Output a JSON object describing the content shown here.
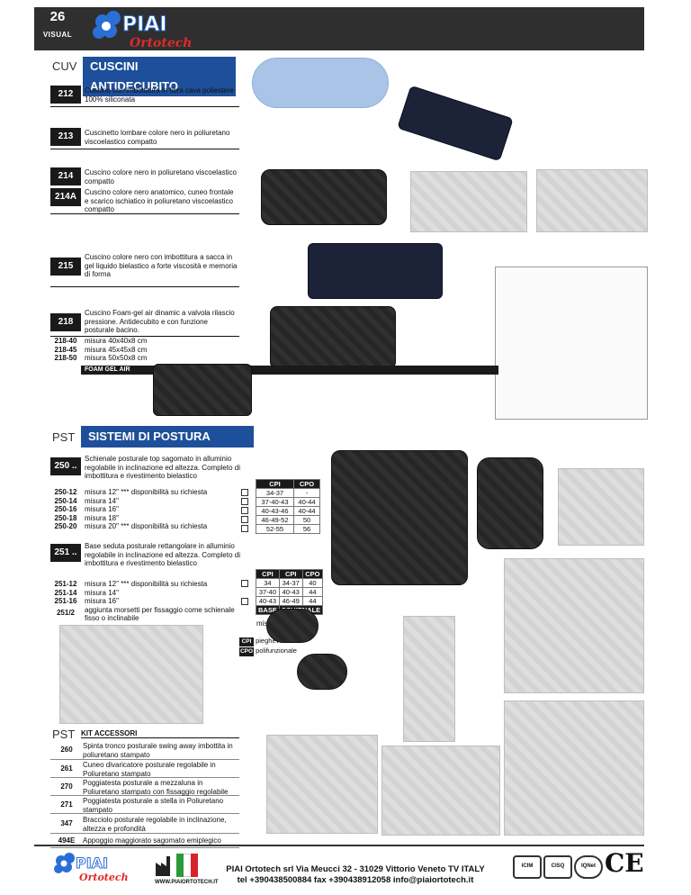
{
  "header": {
    "page_number": "26",
    "section_label": "VISUAL",
    "logo_main": "PIAI",
    "logo_sub": "Ortotech"
  },
  "cuv": {
    "code": "CUV",
    "title": "CUSCINI ANTIDECUBITO",
    "items": [
      {
        "code": "212",
        "desc": "Cuscino con imbottitura  in fibra cava poliestere 100% siliconata"
      },
      {
        "code": "213",
        "desc": "Cuscinetto lombare colore nero in poliuretano viscoelastico compatto"
      },
      {
        "code": "214",
        "desc": "Cuscino colore nero in poliuretano viscoelastico compatto"
      },
      {
        "code": "214A",
        "desc": "Cuscino colore nero anatomico, cuneo frontale e scarico ischiatico in poliuretano viscoelastico compatto"
      },
      {
        "code": "215",
        "desc": "Cuscino colore nero con imbottitura a sacca in gel liquido bielastico a forte viscosità e memoria di forma"
      },
      {
        "code": "218",
        "desc": "Cuscino Foam-gel air dinamic a valvola rilascio pressione. Antidecubito e con funzione posturale bacino."
      }
    ],
    "sizes": [
      {
        "code": "218-40",
        "desc": "misura 40x40x8 cm"
      },
      {
        "code": "218-45",
        "desc": "misura 45x45x8 cm"
      },
      {
        "code": "218-50",
        "desc": "misura 50x50x8 cm"
      }
    ],
    "foam_label": "FOAM GEL AIR"
  },
  "pst": {
    "code": "PST",
    "title": "SISTEMI DI POSTURA",
    "group250": {
      "code": "250 ..",
      "desc": "Schienale posturale top sagomato in alluminio regolabile in inclinazione ed altezza. Completo di imbottitura e rivestimento bielastico",
      "rows": [
        {
          "code": "250-12",
          "desc": "misura 12\" ***  disponibilità su richiesta"
        },
        {
          "code": "250-14",
          "desc": "misura 14\""
        },
        {
          "code": "250-16",
          "desc": "misura 16\""
        },
        {
          "code": "250-18",
          "desc": "misura 18\""
        },
        {
          "code": "250-20",
          "desc": "misura 20\" *** disponibilità su richiesta"
        }
      ],
      "table_headers": [
        "CPI",
        "CPO"
      ],
      "table_rows": [
        [
          "34-37",
          "-"
        ],
        [
          "37-40-43",
          "40-44"
        ],
        [
          "40-43-46",
          "40-44"
        ],
        [
          "46-49-52",
          "50"
        ],
        [
          "52-55",
          "56"
        ]
      ]
    },
    "group251": {
      "code": "251 ..",
      "desc": "Base seduta posturale rettangolare in alluminio regolabile in inclinazione ed altezza. Completo di imbottitura e rivestimento bielastico",
      "rows": [
        {
          "code": "251-12",
          "desc": "misura 12\" ***  disponibilità su richiesta"
        },
        {
          "code": "251-14",
          "desc": "misura 14\""
        },
        {
          "code": "251-16",
          "desc": "misura 16\""
        },
        {
          "code": "251/2",
          "desc": "aggiunta morsetti per fissaggio come schienale fisso o inclinabile"
        }
      ],
      "table_headers": [
        "CPI",
        "CPI",
        "CPO"
      ],
      "table_rows": [
        [
          "34",
          "34-37",
          "40"
        ],
        [
          "37-40",
          "40-43",
          "44"
        ],
        [
          "40-43",
          "46-49",
          "44"
        ]
      ],
      "table_footer": [
        "BASE",
        "SCHIENALE"
      ]
    },
    "legend": {
      "title": "misura carrozzina",
      "entries": [
        {
          "code": "CPI",
          "desc": "pieghevole"
        },
        {
          "code": "CPO",
          "desc": "polifunzionale"
        }
      ]
    }
  },
  "accessori": {
    "code": "PST",
    "title": "KIT ACCESSORI",
    "items": [
      {
        "code": "260",
        "desc": "Spinta tronco posturale swing away imbottita in poliuretano stampato"
      },
      {
        "code": "261",
        "desc": "Cuneo divaricatore posturale regolabile in Poliuretano stampato"
      },
      {
        "code": "270",
        "desc": "Poggiatesta posturale a mezzaluna in Poliuretano stampato con fissaggio regolabile"
      },
      {
        "code": "271",
        "desc": "Poggiatesta posturale a stella  in Poliuretano stampato"
      },
      {
        "code": "347",
        "desc": "Bracciolo posturale regolabile in inclinazione, altezza e profondità"
      },
      {
        "code": "494E",
        "desc": "Appoggio maggiorato sagomato emiplegico"
      }
    ]
  },
  "footer": {
    "line1": "PIAI Ortotech srl  Via Meucci 32 - 31029 Vittorio Veneto TV ITALY",
    "line2": "tel +390438500884 fax +390438912058 info@piaiortotech.it",
    "website": "WWW.PIAIORTOTECH.IT",
    "marks": [
      "ICIM",
      "CISQ",
      "IQNet",
      "CE"
    ]
  },
  "colors": {
    "accent": "#1e4f9a",
    "dark": "#2f2f2f",
    "logo_blue": "#2a6fd6",
    "logo_red": "#e02a2a"
  }
}
